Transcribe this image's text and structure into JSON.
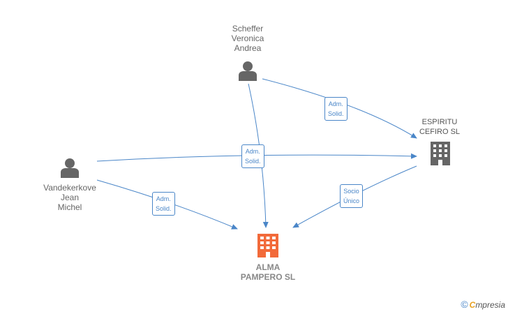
{
  "colors": {
    "edge": "#4a86c8",
    "person": "#666666",
    "company": "#666666",
    "main_company": "#f26a3a"
  },
  "nodes": {
    "scheffer": {
      "label": "Scheffer\nVeronica\nAndrea",
      "icon": "person-icon"
    },
    "vandekerkove": {
      "label": "Vandekerkove\nJean\nMichel",
      "icon": "person-icon"
    },
    "espiritu": {
      "label": "ESPIRITU\nCEFIRO  SL",
      "icon": "building-icon"
    },
    "alma": {
      "label": "ALMA\nPAMPERO  SL",
      "icon": "building-icon"
    }
  },
  "edges": {
    "scheffer_espiritu": "Adm.\nSolid.",
    "shared_center": "Adm.\nSolid.",
    "vandekerkove_alma": "Adm.\nSolid.",
    "espiritu_alma": "Socio\nÚnico"
  },
  "footer": {
    "copyright": "©",
    "brand_initial": "C",
    "brand_rest": "mpresia"
  }
}
